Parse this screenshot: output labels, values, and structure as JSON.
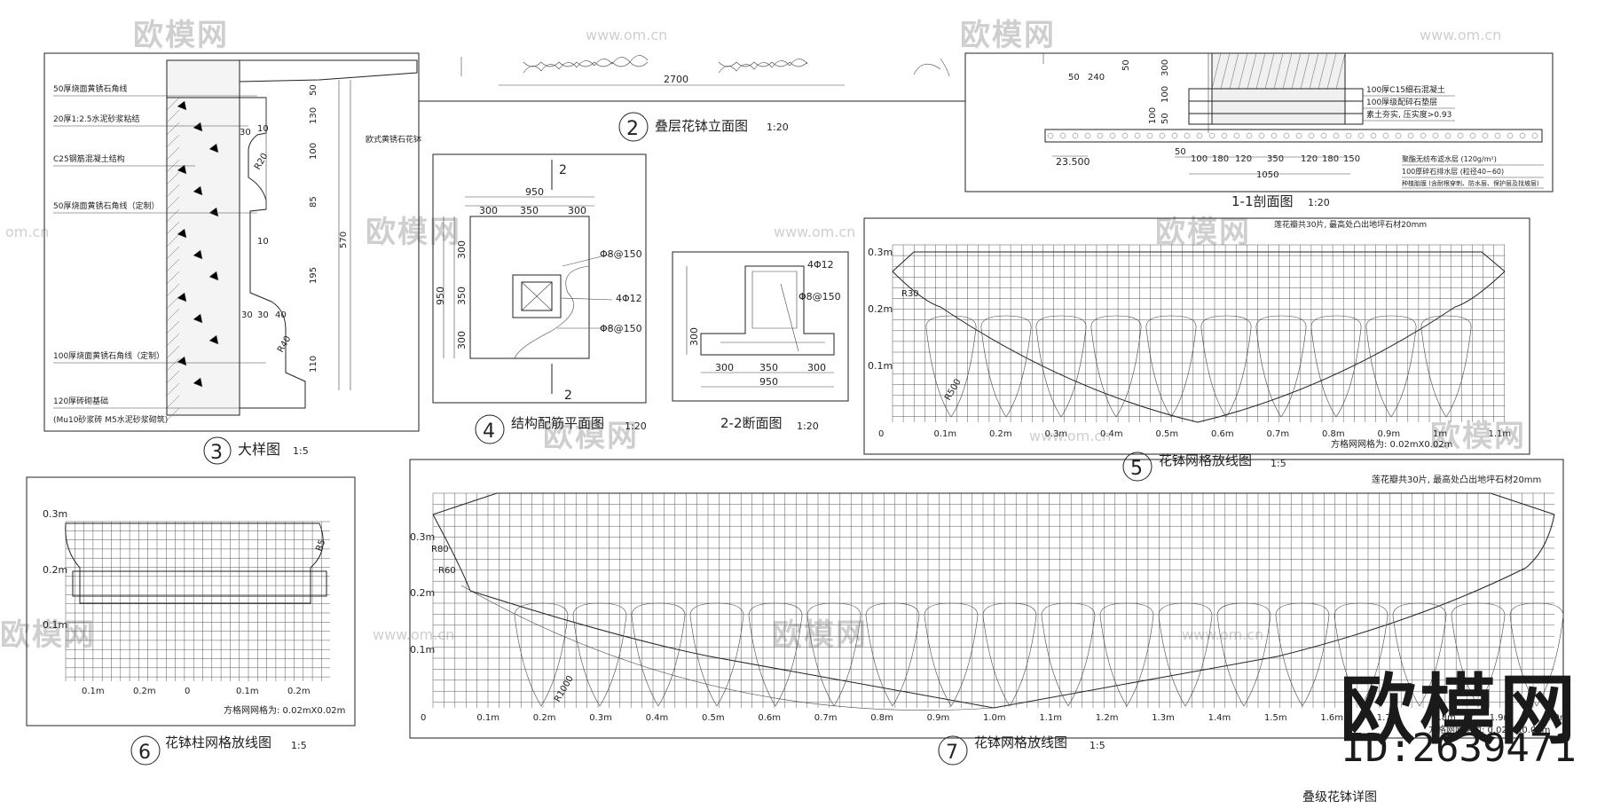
{
  "watermark": {
    "brand": "欧模网",
    "site": "www.om.cn",
    "site_short": "om.cn"
  },
  "brand_logo": {
    "text": "欧模网",
    "id": "ID:2639471"
  },
  "sheet_title": "叠级花钵详图",
  "details": {
    "d2": {
      "num": "2",
      "title": "叠层花钵立面图",
      "scale": "1:20",
      "dim": "2700"
    },
    "d11": {
      "title": "1-1剖面图",
      "scale": "1:20",
      "dims_top": [
        "50",
        "240",
        "50",
        "300",
        "100",
        "50",
        "100"
      ],
      "dims_bottom": [
        "50",
        "100",
        "180",
        "120",
        "350",
        "120",
        "180",
        "150"
      ],
      "total": "1050",
      "level": "23.500",
      "labels": [
        "100厚C15细石混凝土",
        "100厚级配碎石垫层",
        "素土夯实, 压实度>0.93",
        "聚酯无纺布滤水层 (120g/m²)",
        "100厚碎石排水层 (粒径40~60)",
        "种植胎膜 (含耐根穿刺、防水层、保护层及找坡层)"
      ]
    },
    "d3": {
      "num": "3",
      "title": "大样图",
      "scale": "1:5",
      "labels": [
        "50厚烧面黄锈石角线",
        "20厚1:2.5水泥砂浆粘结",
        "C25钢筋混凝土结构",
        "50厚烧面黄锈石角线（定制）",
        "100厚烧面黄锈石角线（定制）",
        "120厚砖砌基础",
        "(Mu10砂浆砖 M5水泥砂浆砌筑)"
      ],
      "side_label": "欧式黄锈石花钵",
      "dims_v": [
        "50",
        "130",
        "100",
        "85",
        "195",
        "110"
      ],
      "total_v": "570",
      "dims_h": [
        "30",
        "10",
        "10",
        "30",
        "30",
        "40"
      ],
      "radii": [
        "R20",
        "R40"
      ]
    },
    "d4": {
      "num": "4",
      "title": "结构配筋平面图",
      "scale": "1:20",
      "section": "2",
      "dims_top": [
        "300",
        "350",
        "300"
      ],
      "total": "950",
      "dims_left": [
        "300",
        "350",
        "300"
      ],
      "total_left": "950",
      "rebar": [
        "Φ8@150",
        "4Φ12",
        "Φ8@150"
      ]
    },
    "d22": {
      "title": "2-2断面图",
      "scale": "1:20",
      "rebar": [
        "4Φ12",
        "Φ8@150"
      ],
      "dim_v": "300",
      "dims_h": [
        "300",
        "350",
        "300"
      ],
      "total": "950"
    },
    "d5": {
      "num": "5",
      "title": "花钵网格放线图",
      "scale": "1:5",
      "note": "莲花瓣共30片, 最高处凸出地坪石材20mm",
      "y_ticks": [
        "0.3m",
        "0.2m",
        "0.1m"
      ],
      "x_ticks": [
        "0",
        "0.1m",
        "0.2m",
        "0.3m",
        "0.4m",
        "0.5m",
        "0.6m",
        "0.7m",
        "0.8m",
        "0.9m",
        "1m",
        "1.1m"
      ],
      "radii": [
        "R30",
        "R500"
      ],
      "grid_note": "方格网网格为: 0.02mX0.02m"
    },
    "d6": {
      "num": "6",
      "title": "花钵柱网格放线图",
      "scale": "1:5",
      "y_ticks": [
        "0.3m",
        "0.2m",
        "0.1m"
      ],
      "x_ticks": [
        "0.1m",
        "0.2m",
        "0",
        "0.1m",
        "0.2m"
      ],
      "radius": "R5",
      "grid_note": "方格网网格为: 0.02mX0.02m"
    },
    "d7": {
      "num": "7",
      "title": "花钵网格放线图",
      "scale": "1:5",
      "note": "莲花瓣共30片, 最高处凸出地坪石材20mm",
      "y_ticks": [
        "0.3m",
        "0.2m",
        "0.1m"
      ],
      "x_ticks": [
        "0",
        "0.1m",
        "0.2m",
        "0.3m",
        "0.4m",
        "0.5m",
        "0.6m",
        "0.7m",
        "0.8m",
        "0.9m",
        "1.0m",
        "1.1m",
        "1.2m",
        "1.3m",
        "1.4m",
        "1.5m",
        "1.6m",
        "1.7m",
        "1.8m",
        "1.9m",
        "2.0m"
      ],
      "radii": [
        "R80",
        "R60",
        "R1000"
      ],
      "grid_note": "方格网网格为: 0.02mX0.02m"
    }
  }
}
